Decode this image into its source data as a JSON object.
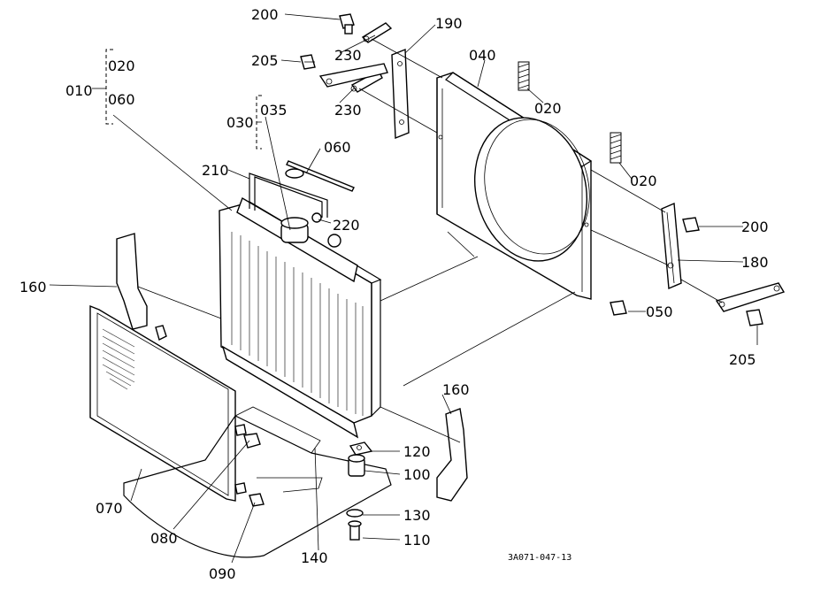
{
  "labels": {
    "p200a": "200",
    "p190": "190",
    "p205a": "205",
    "p230a": "230",
    "p230b": "230",
    "p040": "040",
    "p020a": "020",
    "p020b": "020",
    "p020c": "020",
    "p010": "010",
    "p060a": "060",
    "p035": "035",
    "p030": "030",
    "p060b": "060",
    "p210": "210",
    "p220": "220",
    "p200b": "200",
    "p180": "180",
    "p160a": "160",
    "p050": "050",
    "p205b": "205",
    "p160b": "160",
    "p120": "120",
    "p100": "100",
    "p070": "070",
    "p130": "130",
    "p080": "080",
    "p110": "110",
    "p140": "140",
    "p090": "090"
  },
  "drawing_code": "3A071-047-13"
}
